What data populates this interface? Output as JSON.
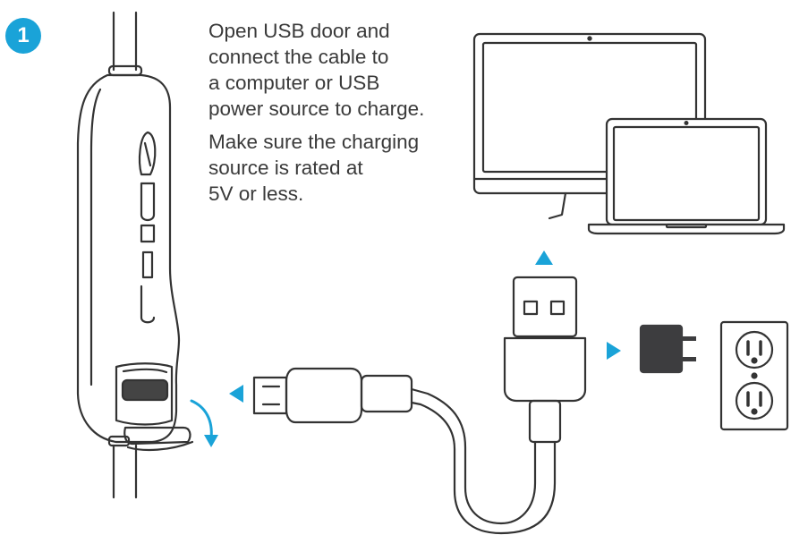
{
  "step": {
    "number": "1",
    "badge_color": "#1aa3d8"
  },
  "instructions": {
    "paragraph_1": "Open USB door and\nconnect the cable to\na computer or USB\npower source to charge.",
    "paragraph_2": "Make sure the charging\nsource is rated at\n5V or less."
  },
  "colors": {
    "line": "#333333",
    "accent": "#1aa3d8",
    "adapter": "#3d3d3f",
    "port": "#444444"
  },
  "icons": {
    "remote": "headphone-remote-icon",
    "monitor": "desktop-monitor-icon",
    "laptop": "laptop-icon",
    "cable": "usb-cable-icon",
    "adapter": "wall-adapter-icon",
    "outlet": "wall-outlet-icon"
  }
}
